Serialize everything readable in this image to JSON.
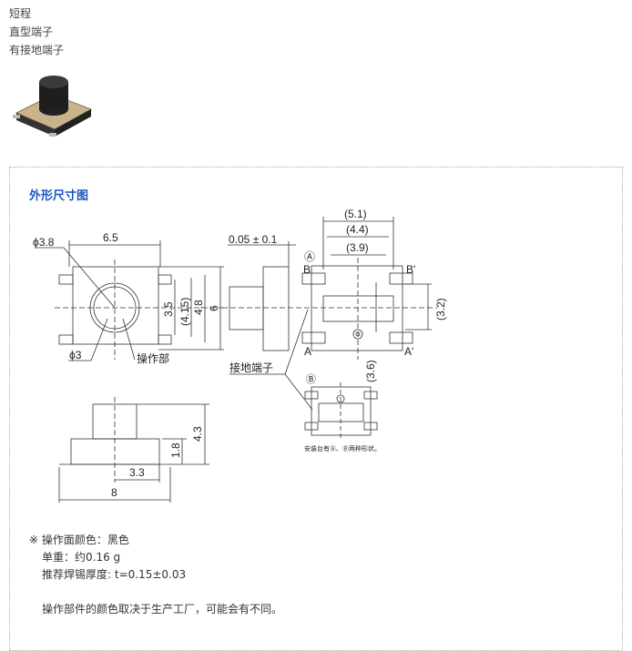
{
  "header_lines": [
    "短程",
    "直型端子",
    "有接地端子"
  ],
  "section_title": "外形尺寸图",
  "drawing": {
    "phi38": "ϕ3.8",
    "d65": "6.5",
    "d35": "3.5",
    "d415": "(4.15)",
    "d48": "4.8",
    "d6": "6",
    "phi3": "ϕ3",
    "operating_part": "操作部",
    "d005": "0.05 ± 0.1",
    "d51": "(5.1)",
    "d44": "(4.4)",
    "d39": "(3.9)",
    "d32": "(3.2)",
    "d36": "(3.6)",
    "A": "A",
    "A2": "A'",
    "B": "B",
    "B2": "B'",
    "circA": "Ⓐ",
    "circB": "Ⓑ",
    "ground": "接地端子",
    "mount_note": "安装台有Ⓐ、Ⓑ两种形状。",
    "d43": "4.3",
    "d18": "1.8",
    "d33": "3.3",
    "d8": "8"
  },
  "notes": {
    "color": "※ 操作面颜色：黑色",
    "weight": "单重：约0.16 g",
    "solder": "推荐焊锡厚度: t=0.15±0.03",
    "disclaimer": "操作部件的颜色取决于生产工厂，可能会有不同。"
  }
}
